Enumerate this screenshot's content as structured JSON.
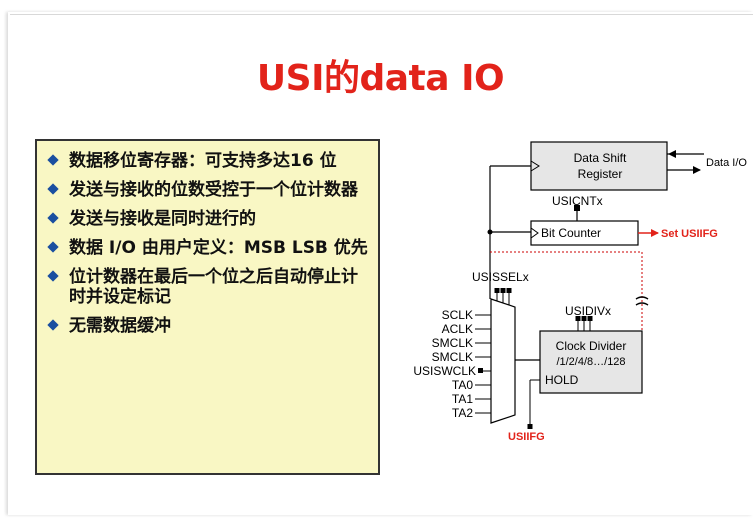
{
  "title": "USI的data IO",
  "bullets": [
    "数据移位寄存器：可支持多达16 位",
    "发送与接收的位数受控于一个位计数器",
    "发送与接收是同时进行的",
    "数据 I/O 由用户定义：MSB LSB 优先",
    "位计数器在最后一个位之后自动停止计时并设定标记",
    "无需数据缓冲"
  ],
  "diagram": {
    "shift_register": "Data Shift Register",
    "shift_register_line1": "Data Shift",
    "shift_register_line2": "Register",
    "data_io": "Data I/O",
    "usicntx": "USICNTx",
    "bit_counter": "Bit Counter",
    "set_usiifg": "Set USIIFG",
    "usisselx": "USISSELx",
    "usidivx": "USIDIVx",
    "clock_divider_line1": "Clock Divider",
    "clock_divider_line2": "/1/2/4/8…/128",
    "hold": "HOLD",
    "usiifg": "USIIFG",
    "clock_inputs": [
      "SCLK",
      "ACLK",
      "SMCLK",
      "SMCLK",
      "USISWCLK",
      "TA0",
      "TA1",
      "TA2"
    ]
  },
  "colors": {
    "title": "#e2231a",
    "box_fill": "#f9f7c4",
    "bullet": "#1a4fa0",
    "block_fill": "#e6e6e6",
    "signal_red": "#e2231a",
    "dashed_red": "#cc0000"
  }
}
